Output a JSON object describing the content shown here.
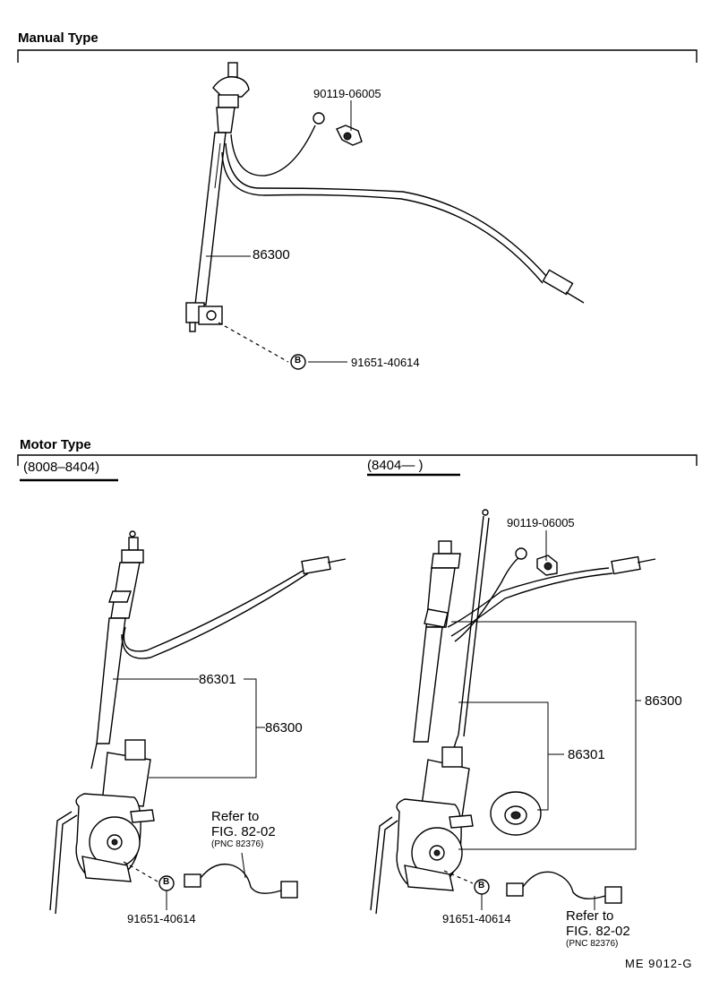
{
  "manual": {
    "title": "Manual Type",
    "pn_bolt": "90119-06005",
    "pn_antenna": "86300",
    "pn_b_part": "91651-40614",
    "b_badge": "B"
  },
  "motor": {
    "title": "Motor Type",
    "range_left": "(8008–8404)",
    "range_right": "(8404—      )",
    "left": {
      "pn_mast": "86301",
      "pn_assy": "86300",
      "pn_b_part": "91651-40614",
      "b_badge": "B",
      "refer_line1": "Refer to",
      "refer_line2": "FIG. 82-02",
      "refer_line3": "(PNC 82376)"
    },
    "right": {
      "pn_bolt": "90119-06005",
      "pn_assy": "86300",
      "pn_mast": "86301",
      "pn_b_part": "91651-40614",
      "b_badge": "B",
      "refer_line1": "Refer to",
      "refer_line2": "FIG. 82-02",
      "refer_line3": "(PNC 82376)"
    }
  },
  "footer_code": "ME  9012-G"
}
